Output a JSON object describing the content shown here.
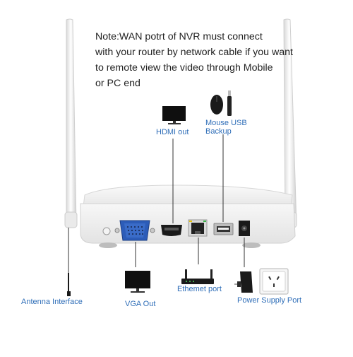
{
  "note": {
    "lines": [
      "Note:WAN potrt of NVR must connect",
      "with your router by network cable if you want",
      "to remote view the video through Mobile",
      "or PC end"
    ]
  },
  "labels": {
    "hdmi_out": "HDMI out",
    "mouse_usb_line1": "Mouse USB",
    "mouse_usb_line2": "Backup",
    "antenna_interface": "Antenna Interface",
    "vga_out": "VGA Out",
    "ethernet_port": "Ethemet port",
    "power_supply_port": "Power Supply Port"
  },
  "colors": {
    "label_blue": "#2f6eb8",
    "device_white": "#f4f4f4",
    "vga_blue": "#2c5cb8"
  },
  "icons": [
    "monitor-icon",
    "mouse-icon",
    "usb-dongle-icon",
    "router-icon",
    "power-adapter-icon",
    "wall-socket-icon",
    "antenna-icon"
  ]
}
